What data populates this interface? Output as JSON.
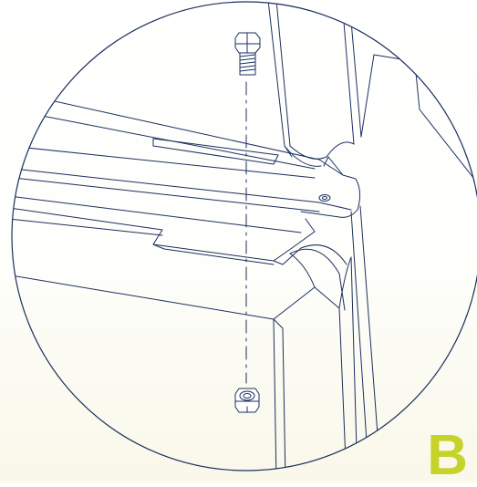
{
  "detail": {
    "callout_label": "B"
  },
  "colors": {
    "line": "#1b2f5e",
    "callout": "#c5d32b",
    "background_bottom": "#f9f8e9"
  },
  "parts": [
    {
      "name": "hex-bolt",
      "icon": "hex-bolt-icon"
    },
    {
      "name": "hex-nut",
      "icon": "hex-nut-icon"
    }
  ]
}
